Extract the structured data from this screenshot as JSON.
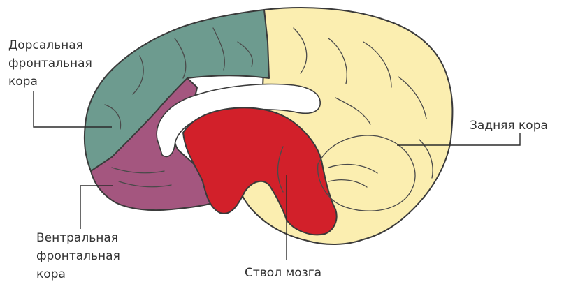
{
  "labels": {
    "dorsal_frontal": [
      "Дорсальная",
      "фронтальная",
      "кора"
    ],
    "ventral_frontal": [
      "Вентральная",
      "фронтальная",
      "кора"
    ],
    "posterior": "Задняя кора",
    "brainstem": "Ствол мозга"
  },
  "colors": {
    "dorsal_frontal": "#6d9b8f",
    "ventral_frontal": "#a4567f",
    "posterior": "#fbeeb0",
    "brainstem": "#d2202a",
    "corpus_callosum": "#ffffff",
    "background": "#ffffff"
  }
}
